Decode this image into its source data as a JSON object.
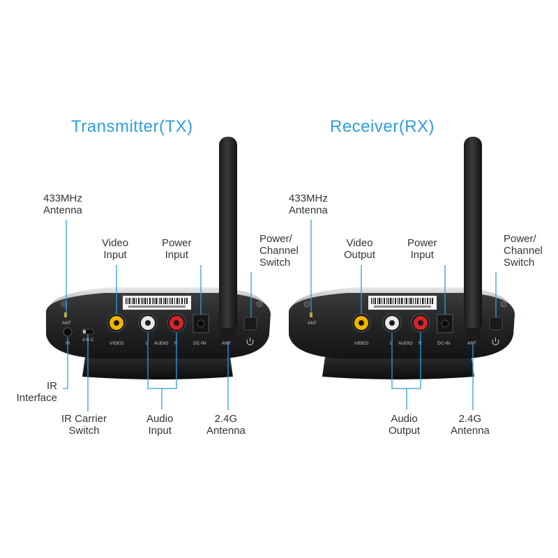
{
  "tx": {
    "title": "Transmitter(TX)",
    "labels": {
      "antenna433": [
        "433MHz",
        "Antenna"
      ],
      "video": [
        "Video",
        "Input"
      ],
      "power": [
        "Power",
        "Input"
      ],
      "switch": [
        "Power/",
        "Channel",
        "Switch"
      ],
      "ir": [
        "IR",
        "Interface"
      ],
      "ircarrier": [
        "IR Carrier",
        "Switch"
      ],
      "audio": [
        "Audio",
        "Input"
      ],
      "antenna24": [
        "2.4G",
        "Antenna"
      ]
    },
    "ports": {
      "ant": "ANT",
      "ir": "IR",
      "abc": "A B C",
      "video": "VIDEO",
      "audio": "AUDIO",
      "l": "L",
      "r": "R",
      "dcin": "DC-IN",
      "ant2": "ANT"
    }
  },
  "rx": {
    "title": "Receiver(RX)",
    "labels": {
      "antenna433": [
        "433MHz",
        "Antenna"
      ],
      "video": [
        "Video",
        "Output"
      ],
      "power": [
        "Power",
        "Input"
      ],
      "switch": [
        "Power/",
        "Channel",
        "Switch"
      ],
      "audio": [
        "Audio",
        "Output"
      ],
      "antenna24": [
        "2.4G",
        "Antenna"
      ]
    },
    "ports": {
      "ant": "ANT",
      "video": "VIDEO",
      "audio": "AUDIO",
      "l": "L",
      "r": "R",
      "dcin": "DC-IN",
      "ant2": "ANT"
    }
  },
  "colors": {
    "accent": "#2d9ee0",
    "video_jack": "#f0b400",
    "audio_left": "#e8e8e8",
    "audio_right": "#d8232a"
  }
}
